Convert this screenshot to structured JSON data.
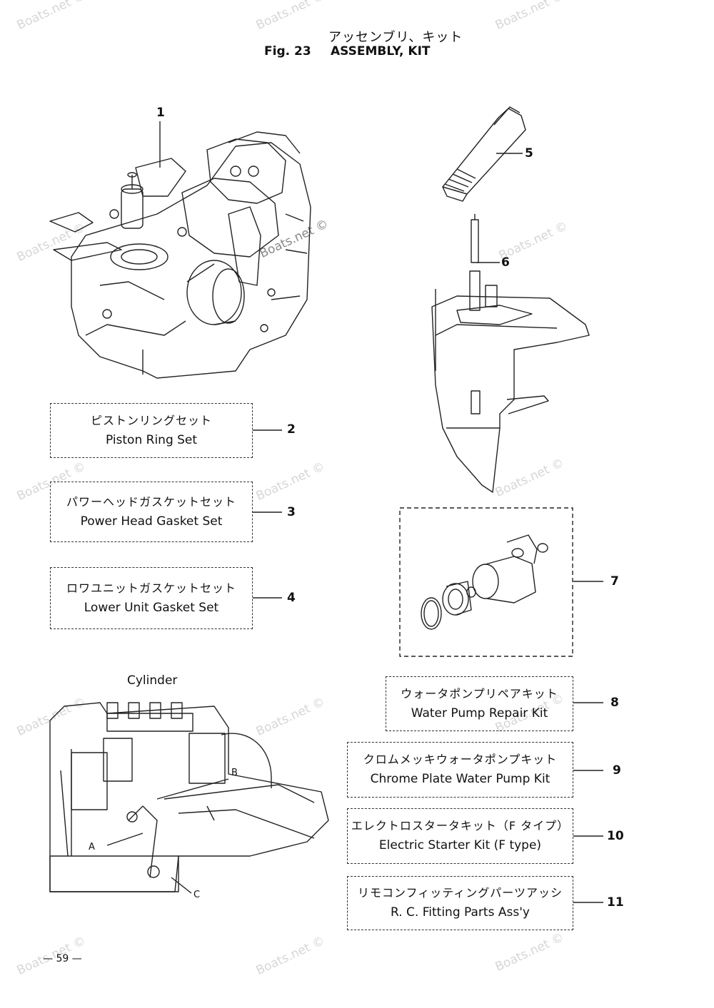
{
  "header": {
    "title_jp": "アッセンブリ、キット",
    "fig_label": "Fig. 23",
    "title_en": "ASSEMBLY, KIT"
  },
  "callouts": {
    "n1": "1",
    "n5": "5",
    "n6": "6",
    "n7": "7",
    "cylinder_a": "A",
    "cylinder_b": "B",
    "cylinder_c": "C"
  },
  "kits": [
    {
      "num": "2",
      "jp": "ピストンリングセット",
      "en": "Piston Ring Set"
    },
    {
      "num": "3",
      "jp": "パワーヘッドガスケットセット",
      "en": "Power Head Gasket Set"
    },
    {
      "num": "4",
      "jp": "ロワユニットガスケットセット",
      "en": "Lower Unit Gasket Set"
    },
    {
      "num": "8",
      "jp": "ウォータポンプリペアキット",
      "en": "Water Pump Repair Kit"
    },
    {
      "num": "9",
      "jp": "クロムメッキウォータポンプキット",
      "en": "Chrome Plate Water  Pump Kit"
    },
    {
      "num": "10",
      "jp": "エレクトロスタータキット（F タイプ）",
      "en": "Electric Starter Kit (F type)"
    },
    {
      "num": "11",
      "jp": "リモコンフィッティングパーツアッシ",
      "en": "R. C. Fitting Parts Ass'y"
    }
  ],
  "cylinder_label": "Cylinder",
  "page_number": "— 59 —",
  "watermark": "Boats.net ©"
}
